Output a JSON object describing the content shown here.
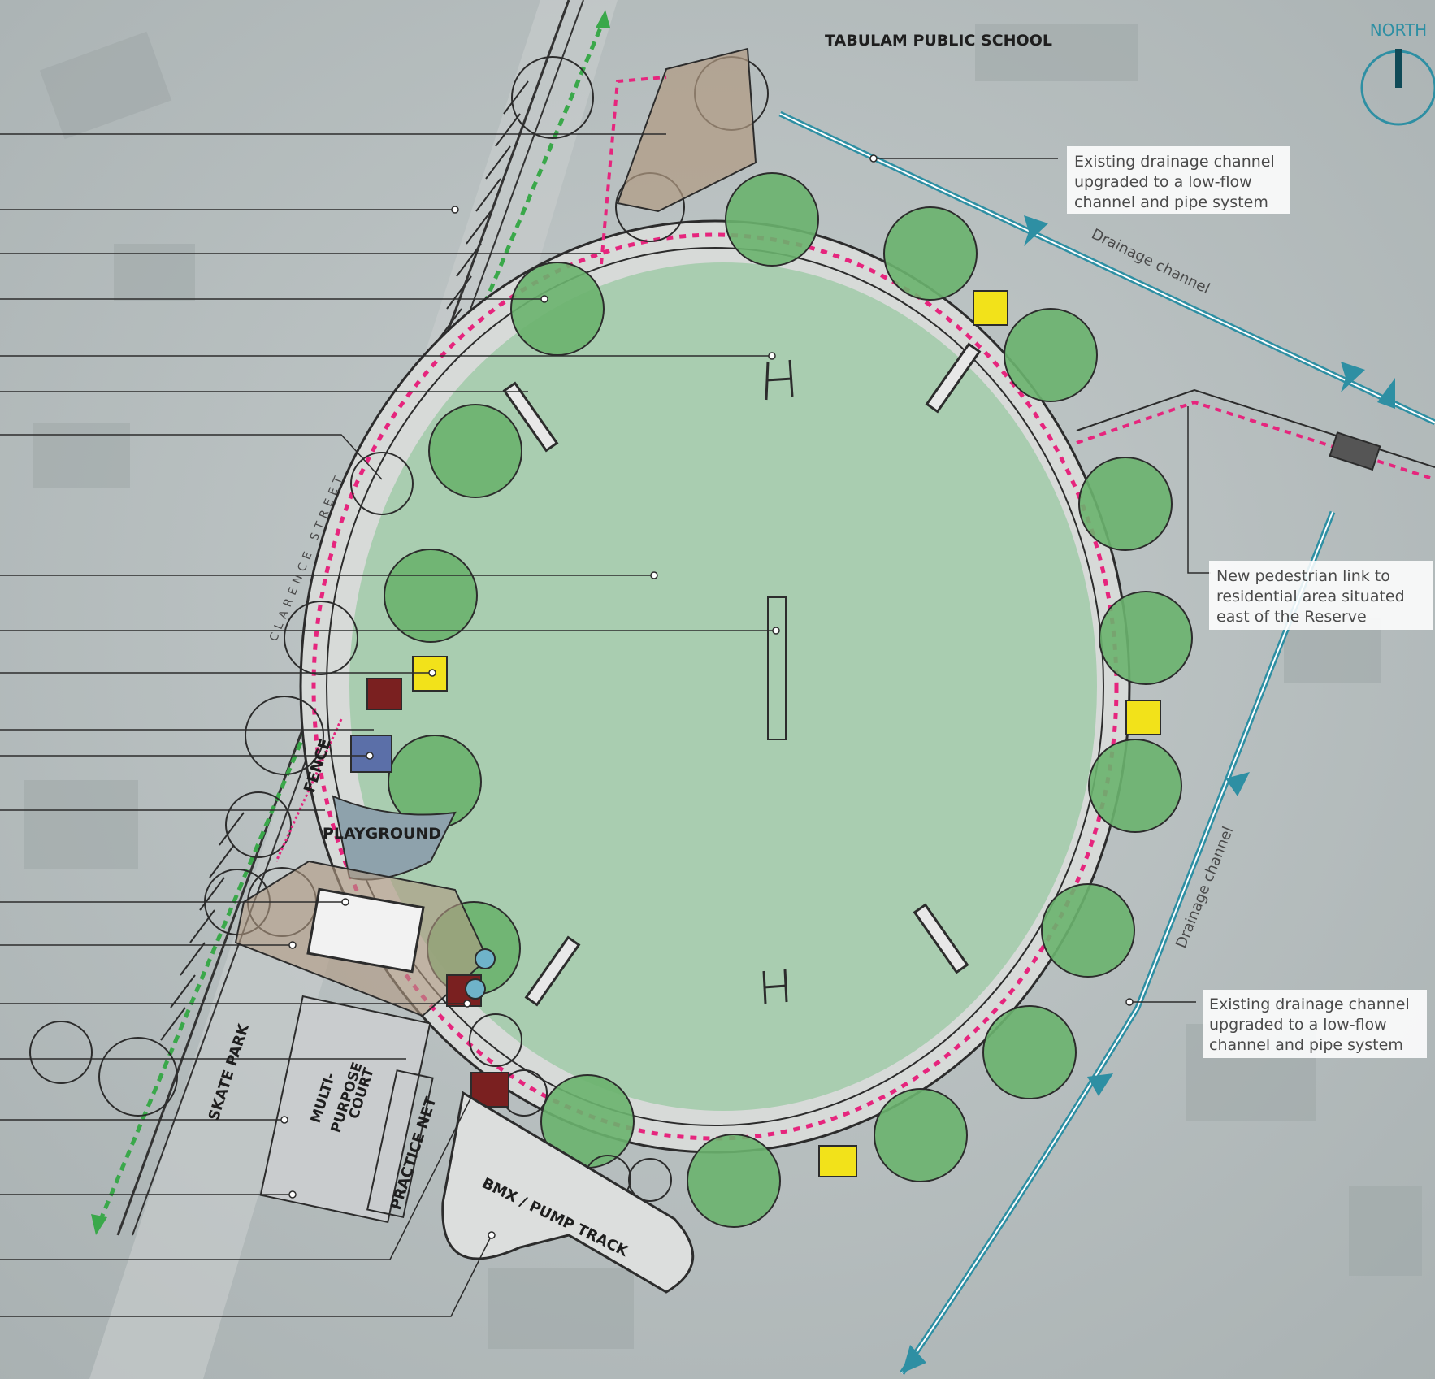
{
  "north": {
    "label": "NORTH"
  },
  "labels": {
    "school": "TABULAM PUBLIC SCHOOL",
    "street": "CLARENCE STREET",
    "drainage_1": "Drainage channel",
    "drainage_2": "Drainage channel",
    "fence": "FENCE",
    "playground": "PLAYGROUND",
    "skate_park": "SKATE PARK",
    "court_1": "MULTI-",
    "court_2": "PURPOSE",
    "court_3": "COURT",
    "practice_net": "PRACTICE NET",
    "bmx": "BMX / PUMP TRACK"
  },
  "notes": {
    "drain_top": [
      "Existing drainage channel",
      "upgraded to a low-flow",
      "channel and pipe system"
    ],
    "ped_link": [
      "New pedestrian link to",
      "residential area situated",
      "east of the Reserve"
    ],
    "drain_bottom": [
      "Existing drainage channel",
      "upgraded to a low-flow",
      "channel and pipe system"
    ]
  },
  "colors": {
    "oval": "#a9cdb0",
    "tree": "#6ab36e",
    "drain": "#2e8fa3",
    "path": "#e6257d",
    "green_path": "#3aa84a",
    "bin": "#f2e21a",
    "shelter": "#7a2020"
  }
}
